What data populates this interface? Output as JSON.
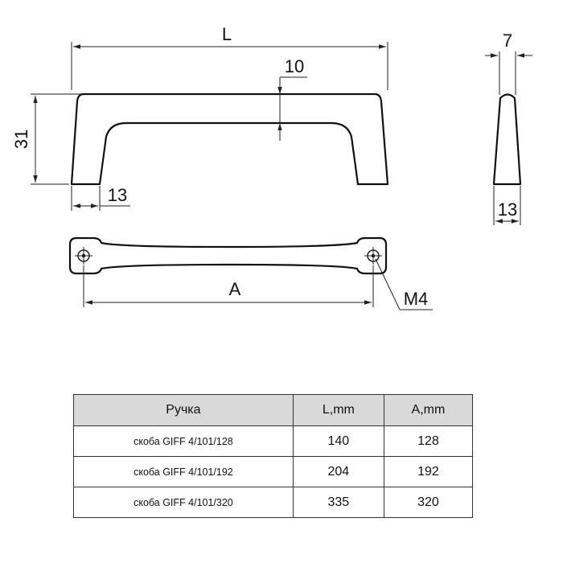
{
  "dimensions": {
    "length": "L",
    "height": "31",
    "bar_thickness": "10",
    "leg_width": "13",
    "side_top_width": "7",
    "side_bottom_width": "13",
    "hole_spacing": "A",
    "thread": "M4"
  },
  "table": {
    "headers": [
      "Ручка",
      "L,mm",
      "A,mm"
    ],
    "rows": [
      {
        "name": "скоба GIFF 4/101/128",
        "L": "140",
        "A": "128"
      },
      {
        "name": "скоба GIFF 4/101/192",
        "L": "204",
        "A": "192"
      },
      {
        "name": "скоба GIFF 4/101/320",
        "L": "335",
        "A": "320"
      }
    ]
  }
}
